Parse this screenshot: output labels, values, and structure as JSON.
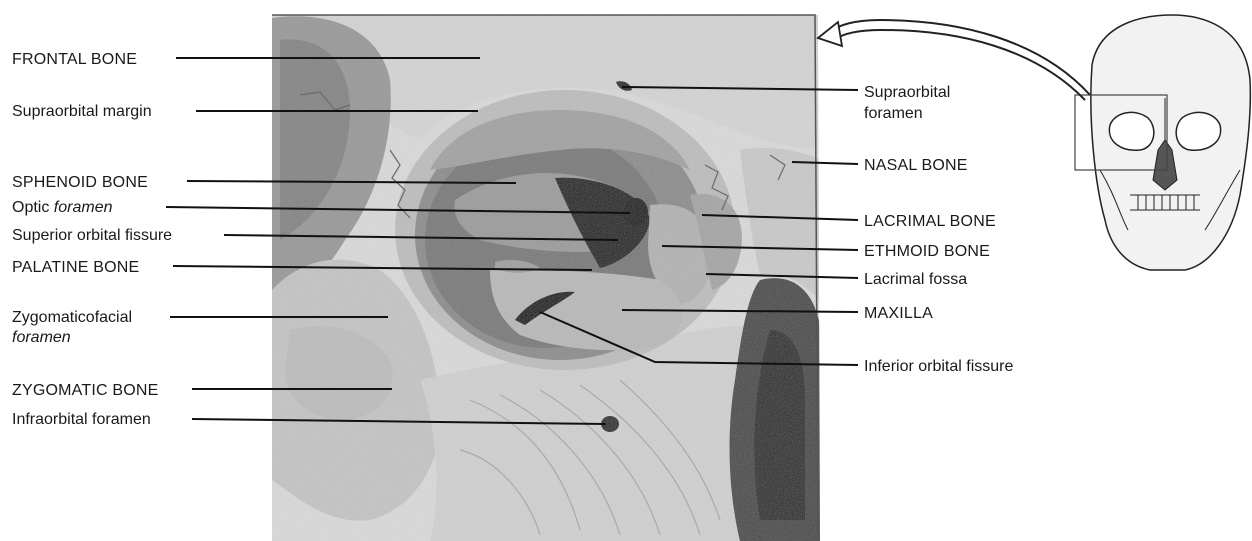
{
  "labels_left": [
    {
      "id": "frontal-bone",
      "lines": [
        "FRONTAL BONE"
      ]
    },
    {
      "id": "supraorbital-margin",
      "lines": [
        "Supraorbital margin"
      ]
    },
    {
      "id": "sphenoid-bone",
      "lines": [
        "SPHENOID BONE"
      ]
    },
    {
      "id": "optic-foramen",
      "lines": [
        "Optic foramen"
      ]
    },
    {
      "id": "superior-orbital-fissure",
      "lines": [
        "Superior orbital fissure"
      ]
    },
    {
      "id": "palatine-bone",
      "lines": [
        "PALATINE BONE"
      ]
    },
    {
      "id": "zygomaticofacial-foramen",
      "lines": [
        "Zygomaticofacial",
        "foramen"
      ]
    },
    {
      "id": "zygomatic-bone",
      "lines": [
        "ZYGOMATIC BONE"
      ]
    },
    {
      "id": "infraorbital-foramen",
      "lines": [
        "Infraorbital foramen"
      ]
    }
  ],
  "labels_right": [
    {
      "id": "supraorbital-foramen",
      "lines": [
        "Supraorbital",
        "foramen"
      ]
    },
    {
      "id": "nasal-bone",
      "lines": [
        "NASAL BONE"
      ]
    },
    {
      "id": "lacrimal-bone",
      "lines": [
        "LACRIMAL BONE"
      ]
    },
    {
      "id": "ethmoid-bone",
      "lines": [
        "ETHMOID BONE"
      ]
    },
    {
      "id": "lacrimal-fossa",
      "lines": [
        "Lacrimal fossa"
      ]
    },
    {
      "id": "maxilla",
      "lines": [
        "MAXILLA"
      ]
    },
    {
      "id": "inferior-orbital-fissure",
      "lines": [
        "Inferior orbital fissure"
      ]
    }
  ]
}
